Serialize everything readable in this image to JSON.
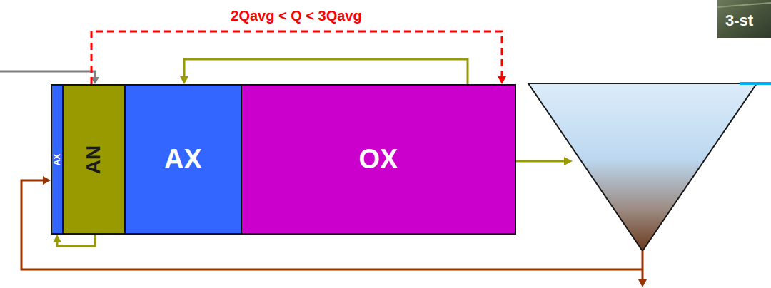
{
  "diagram": {
    "nodes": [
      {
        "text": [
          "AX"
        ]
      },
      {
        "text": [
          "AN"
        ]
      },
      {
        "text": [
          "AX"
        ]
      },
      {
        "text": [
          "OX"
        ]
      }
    ],
    "edges": [
      {
        "from": 3,
        "to": 2,
        "arrow": "to"
      },
      {
        "from": 1,
        "to": 0,
        "arrow": "to"
      },
      {
        "from": 1,
        "to": 3,
        "arrow": "to",
        "label": "2Qavg < Q < 3Qavg"
      }
    ],
    "labels": [
      "3-st"
    ]
  }
}
